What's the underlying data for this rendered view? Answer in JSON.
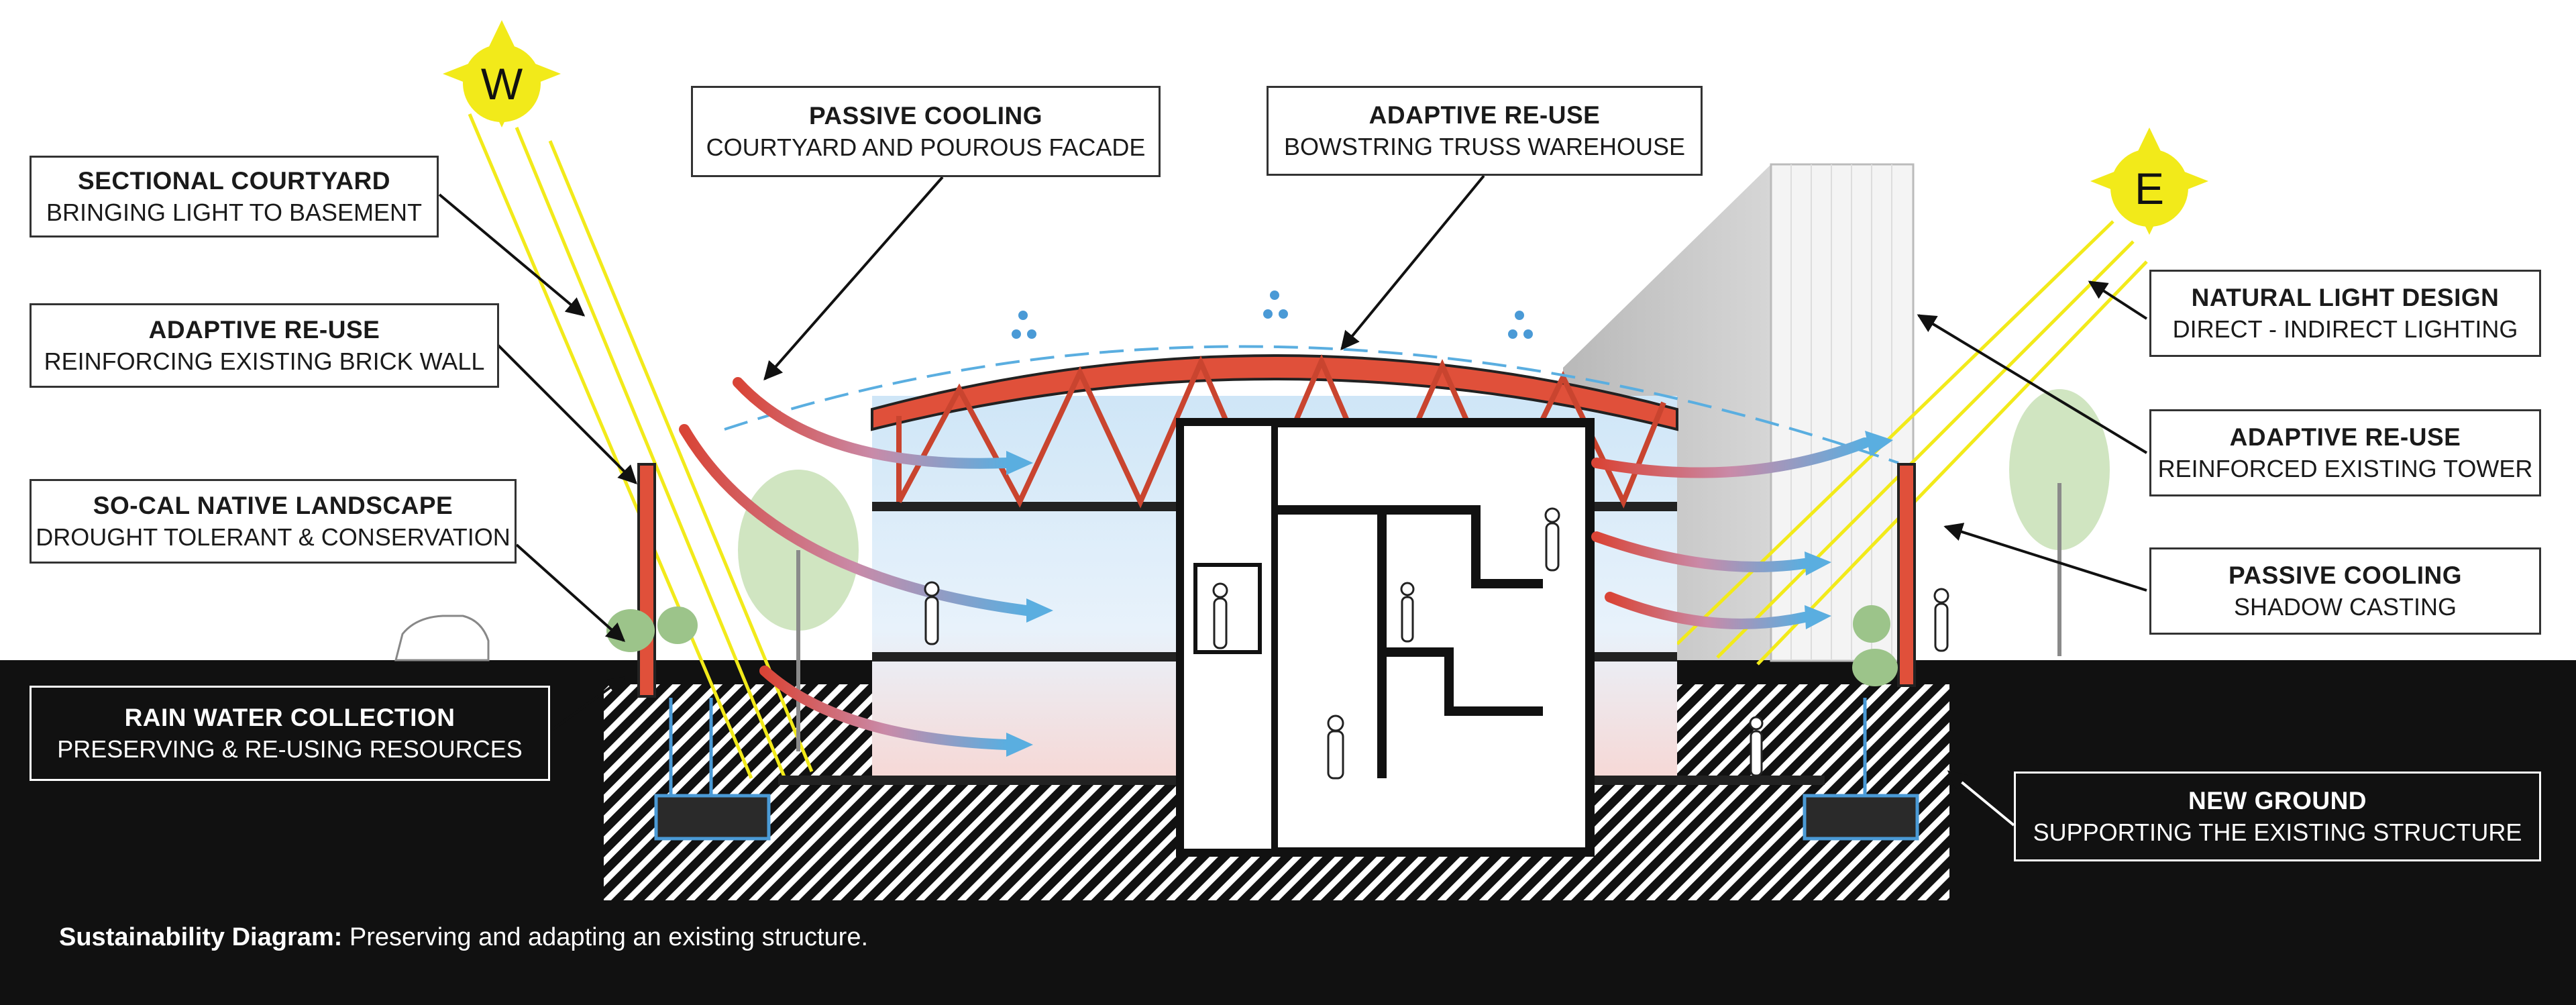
{
  "caption": {
    "bold": "Sustainability Diagram:",
    "text": " Preserving and adapting an existing structure."
  },
  "suns": {
    "west": "W",
    "east": "E"
  },
  "labels": [
    {
      "id": "sectional-courtyard",
      "title": "SECTIONAL COURTYARD",
      "subtitle": "BRINGING LIGHT TO BASEMENT"
    },
    {
      "id": "adaptive-reuse-brick",
      "title": "ADAPTIVE RE-USE",
      "subtitle": "REINFORCING EXISTING BRICK WALL"
    },
    {
      "id": "socal-landscape",
      "title": "SO-CAL NATIVE LANDSCAPE",
      "subtitle": "DROUGHT TOLERANT & CONSERVATION"
    },
    {
      "id": "rain-water",
      "title": "RAIN WATER COLLECTION",
      "subtitle": "PRESERVING & RE-USING RESOURCES"
    },
    {
      "id": "passive-cooling-courtyard",
      "title": "PASSIVE COOLING",
      "subtitle": "COURTYARD AND POUROUS FACADE"
    },
    {
      "id": "adaptive-reuse-truss",
      "title": "ADAPTIVE RE-USE",
      "subtitle": "BOWSTRING TRUSS WAREHOUSE"
    },
    {
      "id": "natural-light",
      "title": "NATURAL LIGHT DESIGN",
      "subtitle": "DIRECT - INDIRECT LIGHTING"
    },
    {
      "id": "adaptive-reuse-tower",
      "title": "ADAPTIVE RE-USE",
      "subtitle": "REINFORCED EXISTING TOWER"
    },
    {
      "id": "passive-cooling-shadow",
      "title": "PASSIVE COOLING",
      "subtitle": "SHADOW CASTING"
    },
    {
      "id": "new-ground",
      "title": "NEW GROUND",
      "subtitle": "SUPPORTING THE EXISTING STRUCTURE"
    }
  ],
  "colors": {
    "roof": "#e0503a",
    "sun": "#f2ea1a",
    "ground": "#111111",
    "airflow_warm": "#d94436",
    "airflow_cool": "#5aaee0",
    "water": "#4a9ad6"
  }
}
